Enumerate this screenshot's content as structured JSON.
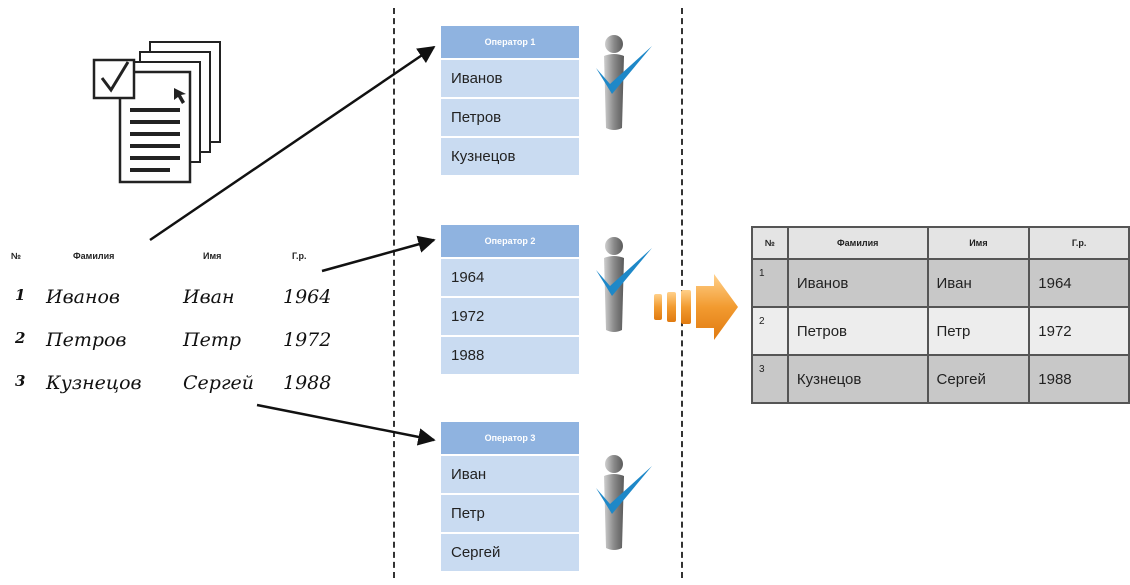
{
  "form": {
    "headers": {
      "num": "№",
      "surname": "Фамилия",
      "name": "Имя",
      "year": "Г.р."
    },
    "rows": [
      {
        "num": "1",
        "surname": "Иванов",
        "name": "Иван",
        "year": "1964"
      },
      {
        "num": "2",
        "surname": "Петров",
        "name": "Петр",
        "year": "1972"
      },
      {
        "num": "3",
        "surname": "Кузнецов",
        "name": "Сергей",
        "year": "1988"
      }
    ]
  },
  "operators": [
    {
      "title": "Оператор 1",
      "items": [
        "Иванов",
        "Петров",
        "Кузнецов"
      ]
    },
    {
      "title": "Оператор 2",
      "items": [
        "1964",
        "1972",
        "1988"
      ]
    },
    {
      "title": "Оператор 3",
      "items": [
        "Иван",
        "Петр",
        "Сергей"
      ]
    }
  ],
  "result": {
    "headers": [
      "№",
      "Фамилия",
      "Имя",
      "Г.р."
    ],
    "rows": [
      [
        "1",
        "Иванов",
        "Иван",
        "1964"
      ],
      [
        "2",
        "Петров",
        "Петр",
        "1972"
      ],
      [
        "3",
        "Кузнецов",
        "Сергей",
        "1988"
      ]
    ]
  },
  "colors": {
    "operator_header": "#8fb3e0",
    "operator_cell": "#c9dbf1",
    "checkmark": "#1e88c8",
    "flow_arrow": "#f29b30"
  }
}
